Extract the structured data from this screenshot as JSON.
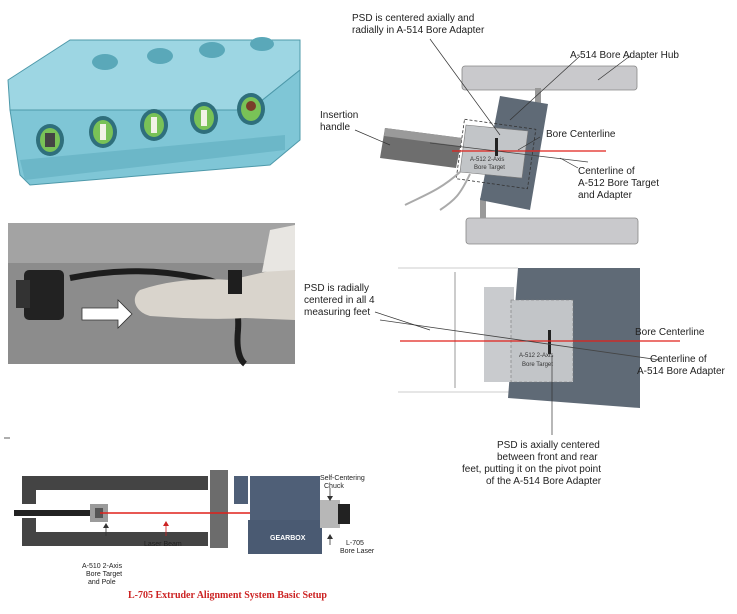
{
  "colors": {
    "engine_body": "#7fc6d6",
    "engine_dark": "#5aa8b9",
    "bore_green": "#79c257",
    "hub_gray": "#c9c9cc",
    "adapter_gray": "#5f6a76",
    "target_gray": "#c2c5c8",
    "laser_red": "#e0201a",
    "caption_red": "#cc2222",
    "gearbox": "#4f5f77"
  },
  "top_diagram": {
    "psd_centered_label_line1": "PSD is centered axially and",
    "psd_centered_label_line2": "radially in A-514 Bore Adapter",
    "hub_label": "A-514 Bore Adapter Hub",
    "insertion_handle_line1": "Insertion",
    "insertion_handle_line2": "handle",
    "bore_centerline": "Bore Centerline",
    "target_label_line1": "A-512 2-Axis",
    "target_label_line2": "Bore Target",
    "centerline_target_line1": "Centerline of",
    "centerline_target_line2": "A-512 Bore Target",
    "centerline_target_line3": "and Adapter"
  },
  "middle_diagram": {
    "psd_radial_line1": "PSD is radially",
    "psd_radial_line2": "centered in all 4",
    "psd_radial_line3": "measuring feet",
    "bore_centerline": "Bore Centerline",
    "target_label_line1": "A-512 2-Axis",
    "target_label_line2": "Bore Target",
    "centerline_adapter_line1": "Centerline of",
    "centerline_adapter_line2": "A-514 Bore Adapter",
    "psd_axial_line1": "PSD is axially centered",
    "psd_axial_line2": "between front and rear",
    "psd_axial_line3": "feet, putting it on the pivot point",
    "psd_axial_line4": "of the A-514 Bore Adapter"
  },
  "bottom_diagram": {
    "chuck_line1": "Self-Centering",
    "chuck_line2": "Chuck",
    "laser_beam": "Laser Beam",
    "gearbox": "GEARBOX",
    "target_line1": "A-510 2-Axis",
    "target_line2": "Bore Target",
    "target_line3": "and Pole",
    "laser_line1": "L-705",
    "laser_line2": "Bore Laser",
    "caption": "L-705 Extruder Alignment System Basic Setup"
  }
}
